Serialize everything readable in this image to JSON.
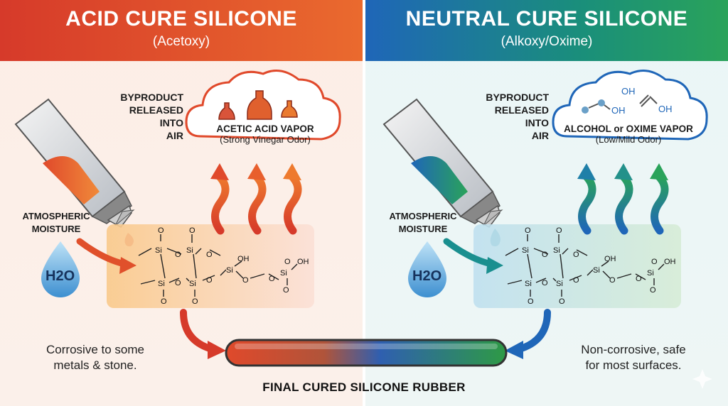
{
  "left": {
    "title": "ACID CURE SILICONE",
    "subtitle": "(Acetoxy)",
    "byproduct_label": [
      "BYPRODUCT",
      "RELEASED INTO",
      "AIR"
    ],
    "cloud_title": "ACETIC ACID VAPOR",
    "cloud_sub": "(Strong Vinegar Odor)",
    "moisture_label": [
      "ATMOSPHERIC",
      "MOISTURE"
    ],
    "water": "H2O",
    "note": [
      "Corrosive to some",
      "metals & stone."
    ],
    "colors": {
      "accent": "#d63a2a",
      "accent2": "#ea6a2e"
    }
  },
  "right": {
    "title": "NEUTRAL CURE SILICONE",
    "subtitle": "(Alkoxy/Oxime)",
    "byproduct_label": [
      "BYPRODUCT",
      "RELEASED INTO",
      "AIR"
    ],
    "cloud_title": "ALCOHOL or OXIME VAPOR",
    "cloud_sub": "(Low/Mild Odor)",
    "moisture_label": [
      "ATMOSPHERIC",
      "MOISTURE"
    ],
    "water": "H2O",
    "note": [
      "Non-corrosive, safe",
      "for most surfaces."
    ],
    "colors": {
      "accent": "#1f66b8",
      "accent2": "#2aa35a"
    }
  },
  "final_label": "FINAL CURED SILICONE RUBBER",
  "molecule": {
    "si": "Si",
    "o": "O",
    "oh": "OH"
  }
}
